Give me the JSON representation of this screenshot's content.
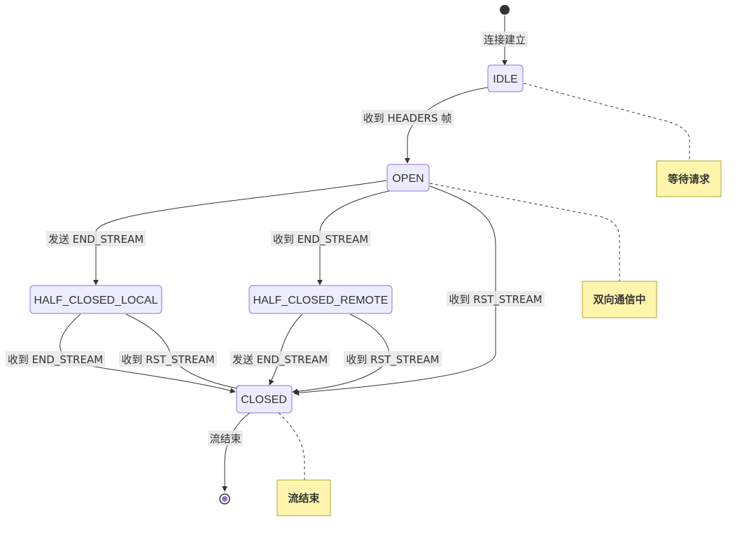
{
  "states": {
    "idle": "IDLE",
    "open": "OPEN",
    "half_closed_local": "HALF_CLOSED_LOCAL",
    "half_closed_remote": "HALF_CLOSED_REMOTE",
    "closed": "CLOSED"
  },
  "transitions": {
    "connect": "连接建立",
    "recv_headers": "收到 HEADERS 帧",
    "send_end_stream": "发送 END_STREAM",
    "recv_end_stream": "收到 END_STREAM",
    "recv_rst_stream": "收到 RST_STREAM",
    "local_recv_end_stream": "收到 END_STREAM",
    "local_recv_rst_stream": "收到 RST_STREAM",
    "remote_send_end_stream": "发送 END_STREAM",
    "remote_recv_rst_stream": "收到 RST_STREAM",
    "stream_end": "流结束"
  },
  "notes": {
    "idle": "等待请求",
    "open": "双向通信中",
    "closed": "流结束"
  },
  "colors": {
    "state_fill": "#ECECFF",
    "state_border": "#9370DB",
    "note_fill": "#FFF5AD",
    "note_border": "#AAAA33",
    "line": "#333333"
  }
}
